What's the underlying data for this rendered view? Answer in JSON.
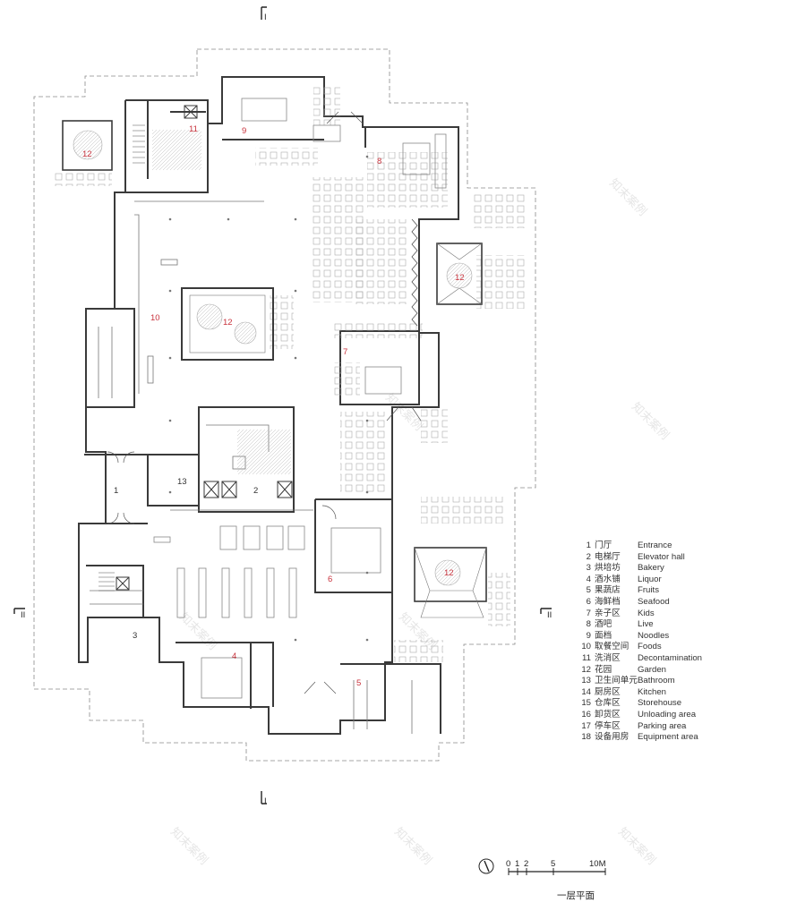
{
  "legend": [
    {
      "num": "1",
      "zh": "门厅",
      "en": "Entrance"
    },
    {
      "num": "2",
      "zh": "电梯厅",
      "en": "Elevator hall"
    },
    {
      "num": "3",
      "zh": "烘培坊",
      "en": "Bakery"
    },
    {
      "num": "4",
      "zh": "酒水铺",
      "en": "Liquor"
    },
    {
      "num": "5",
      "zh": "果蔬店",
      "en": "Fruits"
    },
    {
      "num": "6",
      "zh": "海鲜档",
      "en": "Seafood"
    },
    {
      "num": "7",
      "zh": "亲子区",
      "en": "Kids"
    },
    {
      "num": "8",
      "zh": "酒吧",
      "en": "Live"
    },
    {
      "num": "9",
      "zh": "面档",
      "en": "Noodles"
    },
    {
      "num": "10",
      "zh": "取餐空间",
      "en": "Foods"
    },
    {
      "num": "11",
      "zh": "洗消区",
      "en": "Decontamination"
    },
    {
      "num": "12",
      "zh": "花园",
      "en": "Garden"
    },
    {
      "num": "13",
      "zh": "卫生间单元",
      "en": "Bathroom"
    },
    {
      "num": "14",
      "zh": "厨房区",
      "en": "Kitchen"
    },
    {
      "num": "15",
      "zh": "仓库区",
      "en": "Storehouse"
    },
    {
      "num": "16",
      "zh": "卸货区",
      "en": "Unloading area"
    },
    {
      "num": "17",
      "zh": "停车区",
      "en": "Parking area"
    },
    {
      "num": "18",
      "zh": "设备用房",
      "en": "Equipment area"
    }
  ],
  "plan_labels": {
    "r1": "1",
    "r2": "2",
    "r3": "3",
    "r4": "4",
    "r5": "5",
    "r6": "6",
    "r7": "7",
    "r8": "8",
    "r9": "9",
    "r10": "10",
    "r11": "11",
    "r13": "13",
    "g_tl": "12",
    "g_c": "12",
    "g_r": "12",
    "g_br": "12"
  },
  "section_marks": {
    "mark": "I",
    "side": "II"
  },
  "scale_bar": {
    "t0": "0",
    "t1": "1",
    "t2": "2",
    "t5": "5",
    "t10": "10M"
  },
  "drawing_title": "一层平面",
  "watermark": "知末案例",
  "colors": {
    "wall": "#3a3a3a",
    "furniture": "#9a9a9a",
    "dash": "#8a8a8a",
    "label_red": "#c8323c"
  }
}
